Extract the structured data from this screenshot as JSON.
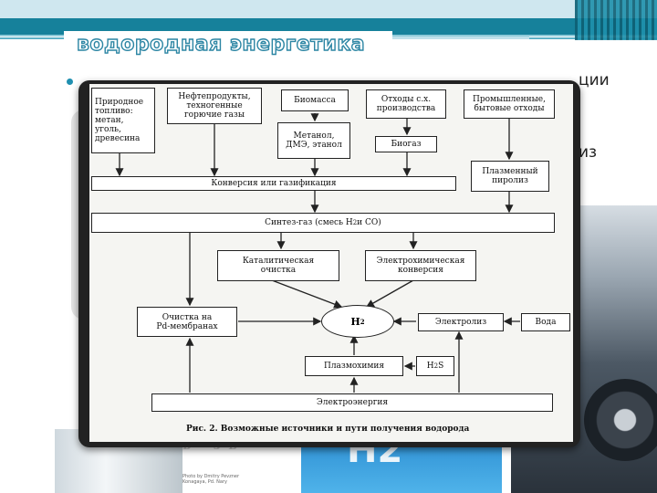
{
  "slide": {
    "title": "водородная энергетика",
    "bullet_fragment_right_1": "ции",
    "bullet_fragment_right_2": "из"
  },
  "diagram": {
    "boxes": {
      "natural_fuel": "Природное\nтопливо:\nметан,\nуголь,\nдревесина",
      "oil_products": "Нефтепродукты,\nтехногенные\nгорючие газы",
      "biomass": "Биомасса",
      "methanol": "Метанол,\nДМЭ, этанол",
      "agri_waste": "Отходы с.х.\nпроизводства",
      "biogas": "Биогаз",
      "industrial_waste": "Промышленные,\nбытовые отходы",
      "plasma_pyrolysis": "Плазменный\nпиролиз",
      "conversion": "Конверсия или газификация",
      "syngas_prefix": "Синтез-газ (смесь H",
      "syngas_sub": "2",
      "syngas_suffix": " и CO)",
      "catalytic": "Каталитическая\nочистка",
      "electrochemical": "Электрохимическая\nконверсия",
      "pd_membranes": "Очистка на\nPd-мембранах",
      "h2_main": "H",
      "h2_sub": "2",
      "electrolysis": "Электролиз",
      "water": "Вода",
      "plasmochemistry": "Плазмохимия",
      "h2s_main": "H",
      "h2s_sub": "2",
      "h2s_suffix": "S",
      "electric_energy": "Электроэнергия"
    },
    "caption": "Рис. 2. Возможные источники и пути получения водорода"
  },
  "background": {
    "blue_text": "H2",
    "mirror_caption": "Рис. 2. Возможные источники и пути получения водорода",
    "photo_credit": "Photo by Dmitry Pevzner\nKonagaya, Pd. Nary"
  }
}
